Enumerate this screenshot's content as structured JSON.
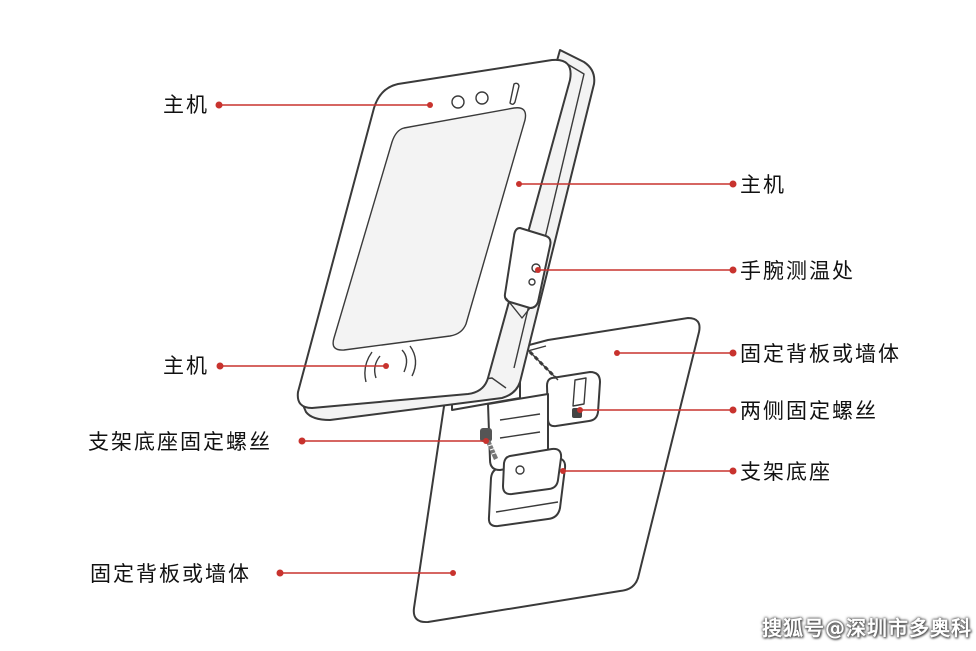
{
  "labels": {
    "host_top": "主机",
    "host_right": "主机",
    "wrist_temp": "手腕测温处",
    "backplate_right": "固定背板或墙体",
    "side_screws": "两侧固定螺丝",
    "host_left": "主机",
    "bracket_base_screw": "支架底座固定螺丝",
    "bracket_base": "支架底座",
    "backplate_bottom": "固定背板或墙体"
  },
  "watermark": "搜狐号@深圳市多奥科",
  "colors": {
    "leader_line": "#c8332e",
    "outline": "#3a3a3a"
  }
}
